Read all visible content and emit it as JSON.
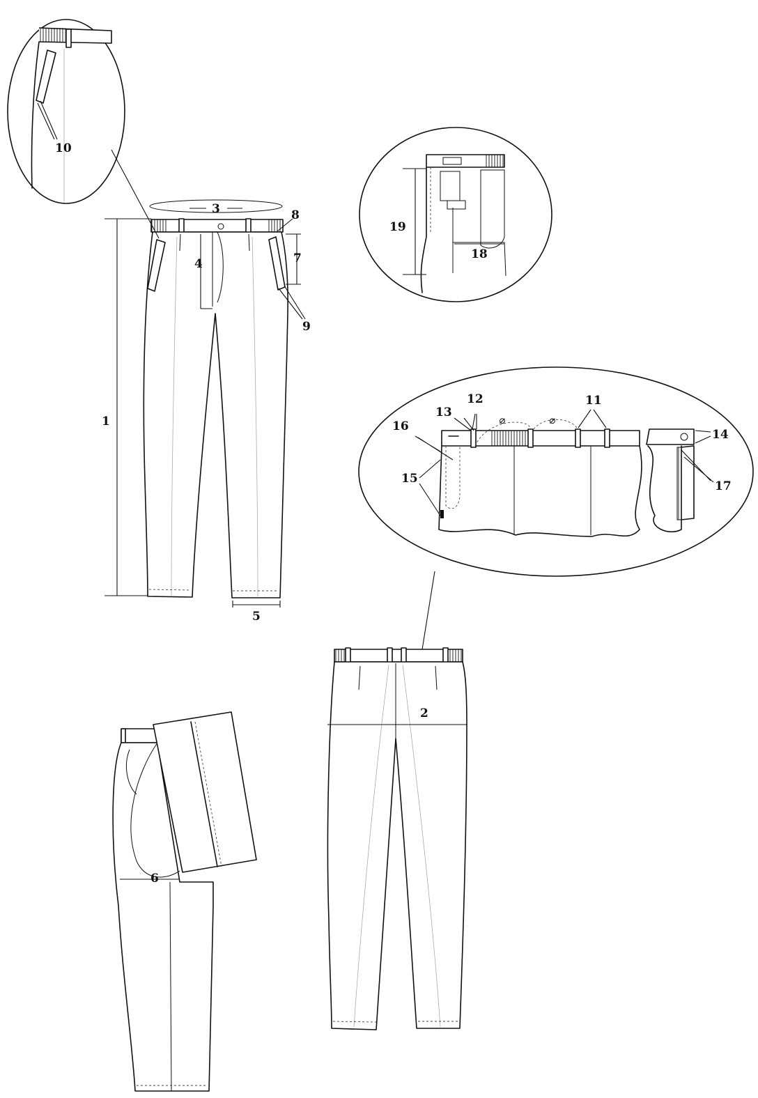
{
  "callouts": {
    "n1": "1",
    "n2": "2",
    "n3": "3",
    "n4": "4",
    "n5": "5",
    "n6": "6",
    "n7": "7",
    "n8": "8",
    "n9": "9",
    "n10": "10",
    "n11": "11",
    "n12": "12",
    "n13": "13",
    "n14": "14",
    "n15": "15",
    "n16": "16",
    "n17": "17",
    "n18": "18",
    "n19": "19"
  },
  "symbols": {
    "spacing_a": "⌀",
    "spacing_b": "⌀"
  }
}
